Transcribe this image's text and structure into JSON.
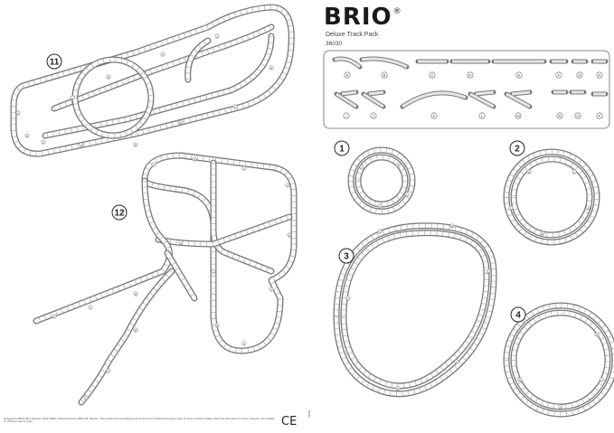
{
  "header": {
    "brand": "BRIO",
    "registered": "®",
    "product_title": "Deluxe Track Pack",
    "product_number": "36030"
  },
  "parts_legend": {
    "letters": [
      "A",
      "B",
      "C",
      "D",
      "E",
      "F",
      "G",
      "H",
      "I",
      "J",
      "K",
      "L",
      "M",
      "N",
      "O",
      "P"
    ]
  },
  "layouts": [
    {
      "number": "1"
    },
    {
      "number": "2"
    },
    {
      "number": "3"
    },
    {
      "number": "4"
    },
    {
      "number": "11"
    },
    {
      "number": "12"
    }
  ],
  "footer": {
    "legal_text": "Designed by BRIO AB in Sweden. 2020 ©BRIO. Manufactured by BRIO AB, Sweden. This product and its packaging are protected by Intellectual Property Laws of many countries. Please retain this information for future reference. Not suitable for children under 3 years.",
    "ce_mark": "CE",
    "code": "36030"
  },
  "colors": {
    "track_stroke": "#777777",
    "track_fill": "#ffffff",
    "legend_fill": "#e6e6e6",
    "text": "#222222"
  }
}
